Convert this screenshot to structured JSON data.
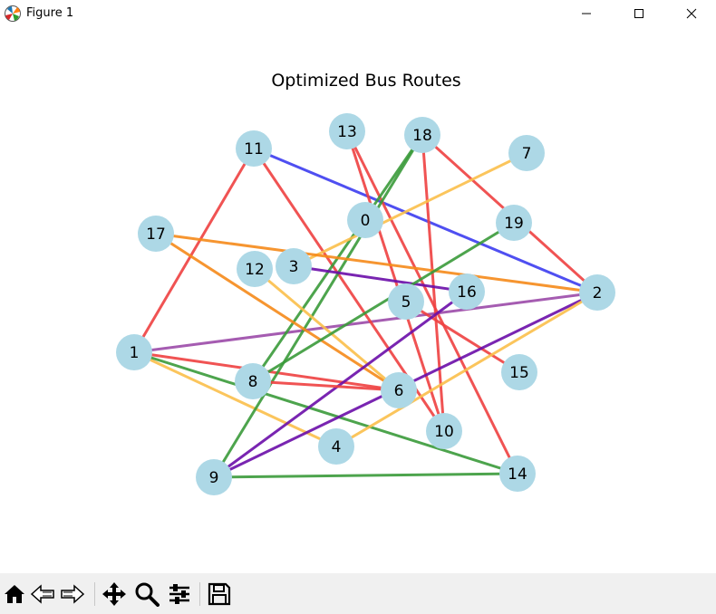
{
  "window": {
    "title": "Figure 1",
    "controls": [
      "minimize",
      "maximize",
      "close"
    ]
  },
  "toolbar": {
    "tools": [
      "home-icon",
      "back-icon",
      "forward-icon",
      "pan-icon",
      "zoom-icon",
      "configure-subplots-icon",
      "save-icon"
    ]
  },
  "chart_data": {
    "type": "network-graph",
    "title": "Optimized Bus Routes",
    "node_color": "#add8e6",
    "nodes": [
      "0",
      "1",
      "2",
      "3",
      "4",
      "5",
      "6",
      "7",
      "8",
      "9",
      "10",
      "11",
      "12",
      "13",
      "14",
      "15",
      "16",
      "17",
      "18",
      "19"
    ],
    "edges": [
      {
        "from": "1",
        "to": "11",
        "color": "#ee4040"
      },
      {
        "from": "1",
        "to": "6",
        "color": "#ee4040"
      },
      {
        "from": "1",
        "to": "2",
        "color": "#9b4aa8"
      },
      {
        "from": "1",
        "to": "4",
        "color": "#fbbf4a"
      },
      {
        "from": "1",
        "to": "14",
        "color": "#3a9a3a"
      },
      {
        "from": "11",
        "to": "2",
        "color": "#3c3cf0"
      },
      {
        "from": "11",
        "to": "10",
        "color": "#ee4040"
      },
      {
        "from": "13",
        "to": "10",
        "color": "#ee4040"
      },
      {
        "from": "13",
        "to": "14",
        "color": "#ee4040"
      },
      {
        "from": "18",
        "to": "10",
        "color": "#ee4040"
      },
      {
        "from": "18",
        "to": "2",
        "color": "#ee4040"
      },
      {
        "from": "18",
        "to": "8",
        "color": "#3a9a3a"
      },
      {
        "from": "18",
        "to": "9",
        "color": "#3a9a3a"
      },
      {
        "from": "7",
        "to": "3",
        "color": "#fbbf4a"
      },
      {
        "from": "17",
        "to": "2",
        "color": "#f5891a"
      },
      {
        "from": "17",
        "to": "6",
        "color": "#f5891a"
      },
      {
        "from": "12",
        "to": "6",
        "color": "#fbbf4a"
      },
      {
        "from": "3",
        "to": "16",
        "color": "#6a0da8"
      },
      {
        "from": "19",
        "to": "8",
        "color": "#3a9a3a"
      },
      {
        "from": "5",
        "to": "15",
        "color": "#ee4040"
      },
      {
        "from": "16",
        "to": "9",
        "color": "#6a0da8"
      },
      {
        "from": "2",
        "to": "9",
        "color": "#6a0da8"
      },
      {
        "from": "2",
        "to": "4",
        "color": "#fbbf4a"
      },
      {
        "from": "8",
        "to": "6",
        "color": "#ee4040"
      },
      {
        "from": "9",
        "to": "14",
        "color": "#3a9a3a"
      }
    ]
  }
}
